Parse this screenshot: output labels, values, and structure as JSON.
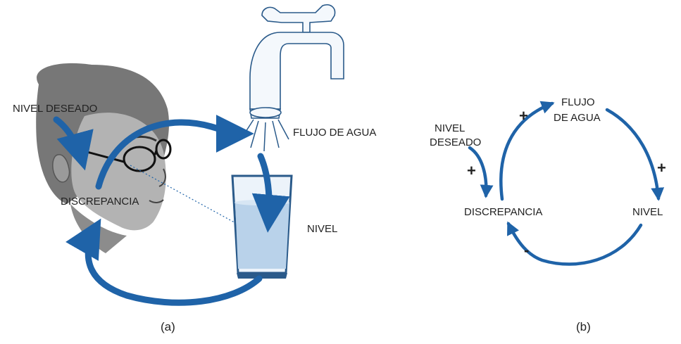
{
  "panel_a": {
    "labels": {
      "nivel_deseado": "NIVEL DESEADO",
      "discrepancia": "DISCREPANCIA",
      "flujo_de_agua": "FLUJO DE AGUA",
      "nivel": "NIVEL"
    },
    "caption": "(a)"
  },
  "panel_b": {
    "labels": {
      "nivel_deseado_1": "NIVEL",
      "nivel_deseado_2": "DESEADO",
      "flujo_1": "FLUJO",
      "flujo_2": "DE AGUA",
      "discrepancia": "DISCREPANCIA",
      "nivel": "NIVEL"
    },
    "signs": {
      "deseado_to_discrepancia": "+",
      "discrepancia_to_flujo": "+",
      "flujo_to_nivel": "+",
      "nivel_to_discrepancia": "-"
    },
    "caption": "(b)"
  },
  "colors": {
    "arrow": "#1f63a8",
    "faucet_stroke": "#2a5a8a",
    "water": "#b9d2ea",
    "glass": "#e4eef8",
    "head": "#8a8a8a",
    "hair": "#6f6f6f",
    "text": "#222222"
  }
}
